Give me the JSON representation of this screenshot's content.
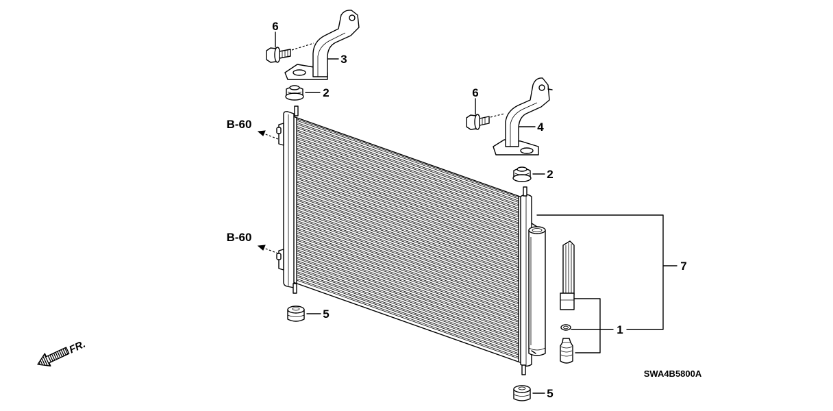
{
  "callouts": [
    "6",
    "3",
    "2",
    "6",
    "4",
    "2",
    "7",
    "1",
    "5",
    "5"
  ],
  "references": [
    "B-60",
    "B-60"
  ],
  "direction": {
    "label": "FR."
  },
  "diagram_code": "SWA4B5800A",
  "colors": {
    "line": "#000000",
    "background": "#ffffff"
  }
}
